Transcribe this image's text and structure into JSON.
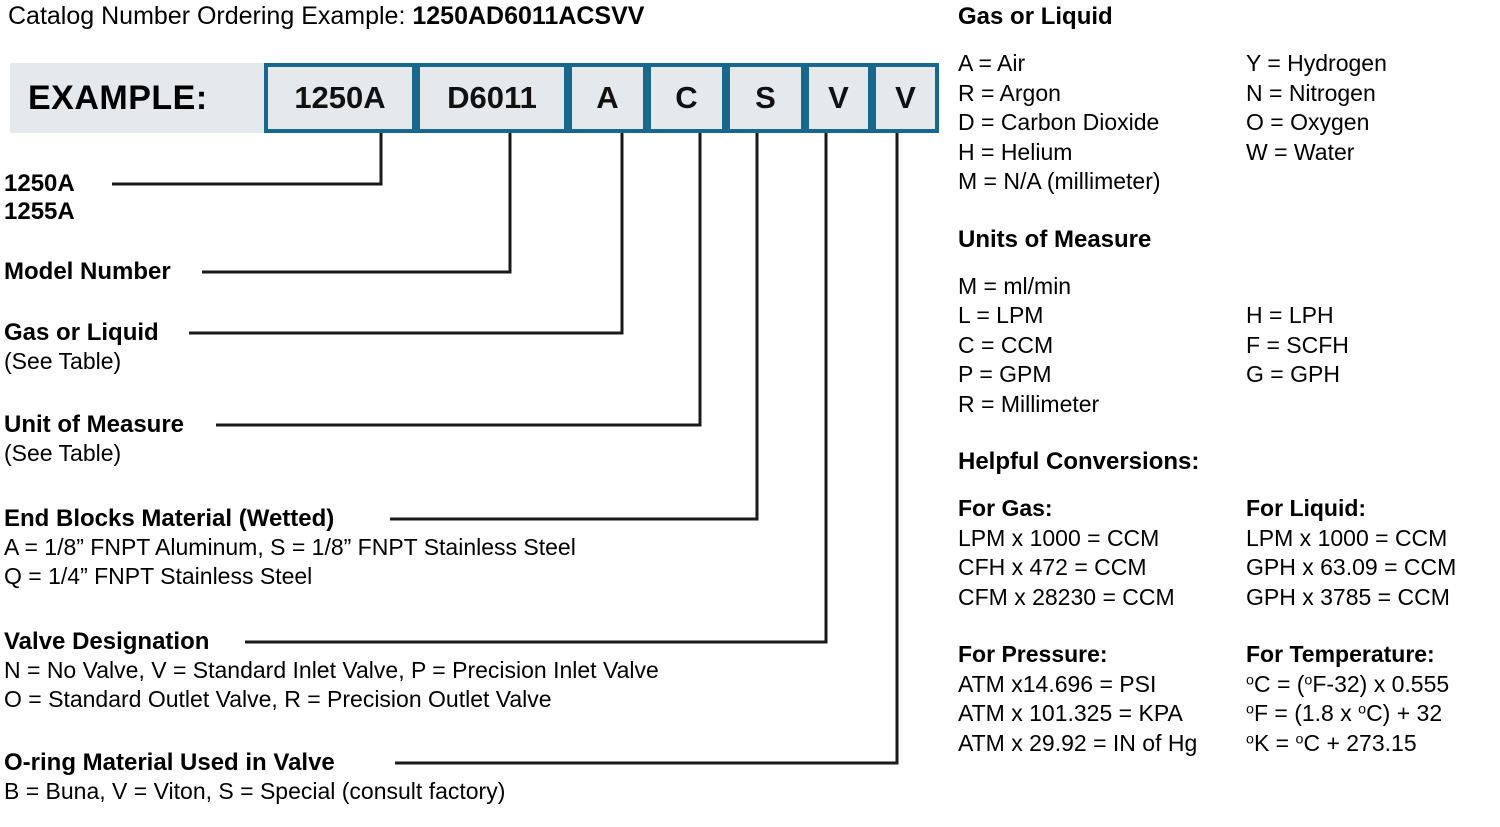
{
  "title": {
    "prefix": "Catalog Number Ordering Example: ",
    "code": "1250AD6011ACSVV"
  },
  "example": {
    "label": "EXAMPLE:",
    "cells": [
      {
        "value": "1250A"
      },
      {
        "value": "D6011"
      },
      {
        "value": "A"
      },
      {
        "value": "C"
      },
      {
        "value": "S"
      },
      {
        "value": "V"
      },
      {
        "value": "V"
      }
    ]
  },
  "callouts": [
    {
      "heading": "1250A",
      "heading2": "1255A",
      "sub": ""
    },
    {
      "heading": "Model Number",
      "sub": ""
    },
    {
      "heading": "Gas or Liquid",
      "sub": "(See Table)"
    },
    {
      "heading": "Unit of Measure",
      "sub": "(See Table)"
    },
    {
      "heading": "End Blocks Material (Wetted)",
      "line1": "A = 1/8” FNPT Aluminum, S = 1/8” FNPT Stainless Steel",
      "line2": "Q = 1/4” FNPT Stainless Steel"
    },
    {
      "heading": "Valve Designation",
      "line1": "N = No Valve, V = Standard Inlet Valve, P = Precision Inlet Valve",
      "line2": "O = Standard Outlet Valve, R = Precision Outlet Valve"
    },
    {
      "heading": "O-ring Material Used in Valve",
      "line1": "B = Buna, V = Viton, S = Special (consult factory)"
    }
  ],
  "gas_or_liquid": {
    "heading": "Gas or Liquid",
    "rows": [
      {
        "left": "A = Air",
        "right": "Y = Hydrogen"
      },
      {
        "left": "R = Argon",
        "right": "N = Nitrogen"
      },
      {
        "left": "D = Carbon Dioxide",
        "right": "O = Oxygen"
      },
      {
        "left": "H = Helium",
        "right": "W = Water"
      },
      {
        "left": "M = N/A (millimeter)",
        "right": ""
      }
    ]
  },
  "units_of_measure": {
    "heading": "Units of Measure",
    "rows": [
      {
        "left": "M = ml/min",
        "right": ""
      },
      {
        "left": "L  = LPM",
        "right": "H = LPH"
      },
      {
        "left": "C = CCM",
        "right": " F = SCFH"
      },
      {
        "left": "P = GPM",
        "right": "G = GPH"
      },
      {
        "left": "R = Millimeter",
        "right": ""
      }
    ]
  },
  "helpful_conversions": {
    "heading": "Helpful Conversions:",
    "gas_heading": "For Gas:",
    "liquid_heading": "For Liquid:",
    "flow_rows": [
      {
        "left": "LPM x 1000 = CCM",
        "right": "LPM x 1000 = CCM"
      },
      {
        "left": "CFH x 472 = CCM",
        "right": "GPH x 63.09 = CCM"
      },
      {
        "left": "CFM x 28230 = CCM",
        "right": "GPH x 3785 = CCM"
      }
    ],
    "pressure_heading": "For Pressure:",
    "temperature_heading": "For Temperature:",
    "pt_rows": [
      {
        "left": "ATM x14.696 = PSI",
        "right_html": "<sup>o</sup>C = (<sup>o</sup>F-32) x 0.555"
      },
      {
        "left": "ATM x 101.325 = KPA",
        "right_html": "<sup>o</sup>F = (1.8 x <sup>o</sup>C) + 32"
      },
      {
        "left": "ATM x 29.92 = IN of Hg",
        "right_html": "<sup>o</sup>K = <sup>o</sup>C + 273.15"
      }
    ]
  },
  "colors": {
    "cell_border": "#17688c",
    "cell_fill": "#e6e9ec",
    "leader": "#1a1a1a",
    "text": "#000000"
  }
}
